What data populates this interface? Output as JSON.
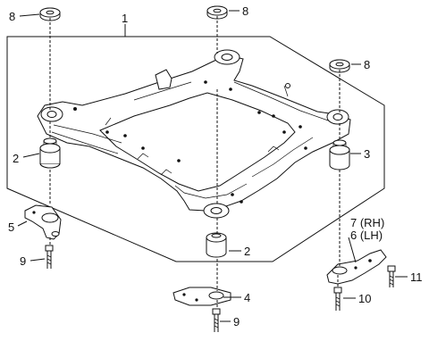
{
  "callouts": {
    "c1": "1",
    "c2_left": "2",
    "c2_bottom": "2",
    "c3": "3",
    "c4": "4",
    "c5": "5",
    "c6": "6 (LH)",
    "c7": "7 (RH)",
    "c8_left": "8",
    "c8_center": "8",
    "c8_right": "8",
    "c9_left": "9",
    "c9_bottom": "9",
    "c10": "10",
    "c11": "11"
  }
}
